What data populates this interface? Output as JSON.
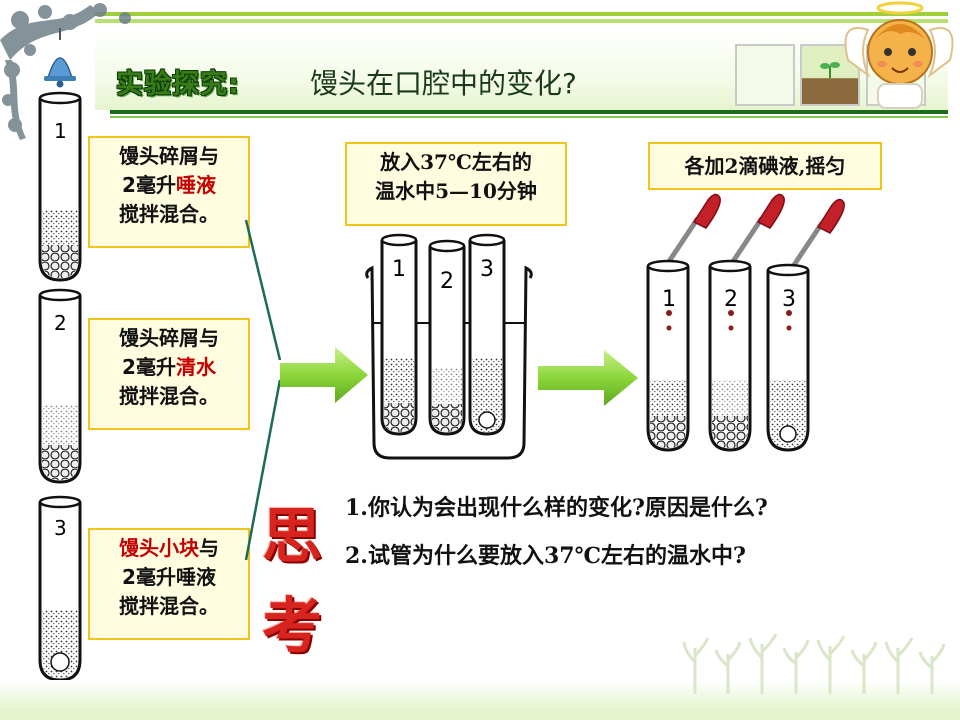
{
  "header": {
    "title_prefix": "实验探究:",
    "title_main": "馒头在口腔中的变化?"
  },
  "left_boxes": [
    {
      "line1": "馒头碎屑与",
      "line2_pre": "2毫升",
      "line2_red": "唾液",
      "line3": "搅拌混合。"
    },
    {
      "line1": "馒头碎屑与",
      "line2_pre": "2毫升",
      "line2_red": "清水",
      "line3": "搅拌混合。"
    },
    {
      "line1_red": "馒头小块",
      "line1_post": "与",
      "line2": "2毫升唾液",
      "line3": "搅拌混合。"
    }
  ],
  "tube_labels": [
    "1",
    "2",
    "3"
  ],
  "step_boxes": {
    "warm_line1": "放入37℃左右的",
    "warm_line2": "温水中5—10分钟",
    "iodine": "各加2滴碘液,摇匀"
  },
  "think_label": [
    "思",
    "考"
  ],
  "questions": [
    "1.你认为会出现什么样的变化?原因是什么?",
    "2.试管为什么要放入37℃左右的温水中?"
  ],
  "colors": {
    "accent_green": "#3a7d16",
    "box_border": "#f0c419",
    "box_fill": "#fffce0",
    "highlight_red": "#c40000",
    "arrow_green": "#8bd63a",
    "think_red": "#d8241f"
  },
  "icons": [
    "bell-icon",
    "angel-mascot-icon",
    "seedling-icon",
    "right-arrow-icon"
  ]
}
